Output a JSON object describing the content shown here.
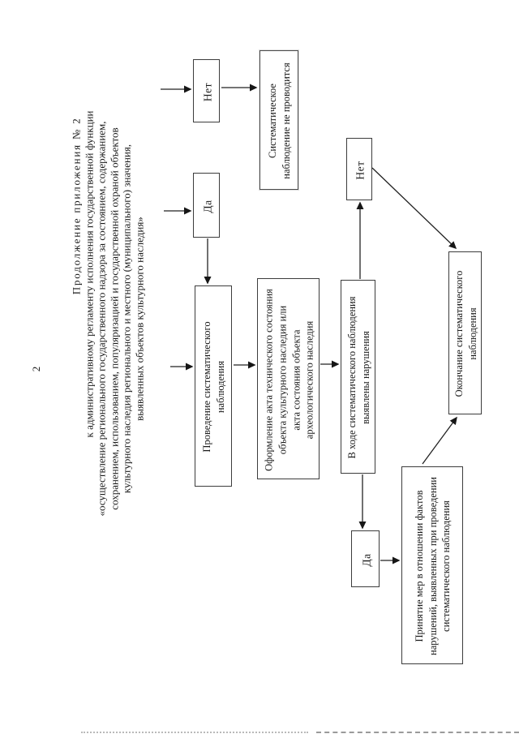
{
  "page": {
    "number": "2",
    "header": {
      "lines": [
        "Продолжение приложения № 2",
        "к административному регламенту исполнения государственной функции",
        "«осуществление регионального государственного надзора за состоянием, содержанием,",
        "сохранением, использованием, популяризацией и государственной охраной объектов",
        "культурного наследия регионального и местного (муниципального) значения,",
        "выявленных объектов культурного наследия»"
      ]
    }
  },
  "flowchart": {
    "orientation": "page rotated 90deg, text reads bottom-to-top",
    "nodes": {
      "no_top": {
        "label": "Нет"
      },
      "yes_top": {
        "label": "Да"
      },
      "no_observation": {
        "label": "Систематическое\nнаблюдение не проводится"
      },
      "conduct": {
        "label": "Проведение систематического\nнаблюдения"
      },
      "act": {
        "label": "Оформление акта технического состояния\nобъекта культурного наследия или\nакта состояния объекта\nархеологического наследия"
      },
      "violations": {
        "label": "В ходе систематического наблюдения\nвыявлены нарушения"
      },
      "no_bottom": {
        "label": "Нет"
      },
      "yes_bottom": {
        "label": "Да"
      },
      "measures": {
        "label": "Принятие мер в отношении фактов\nнарушений, выявленных при проведении\nсистематического наблюдения"
      },
      "end": {
        "label": "Окончание систематического\nнаблюдения"
      }
    },
    "colors": {
      "ink": "#1a1a1a",
      "box_border": "#3c3c3c",
      "paper": "#ffffff"
    }
  }
}
